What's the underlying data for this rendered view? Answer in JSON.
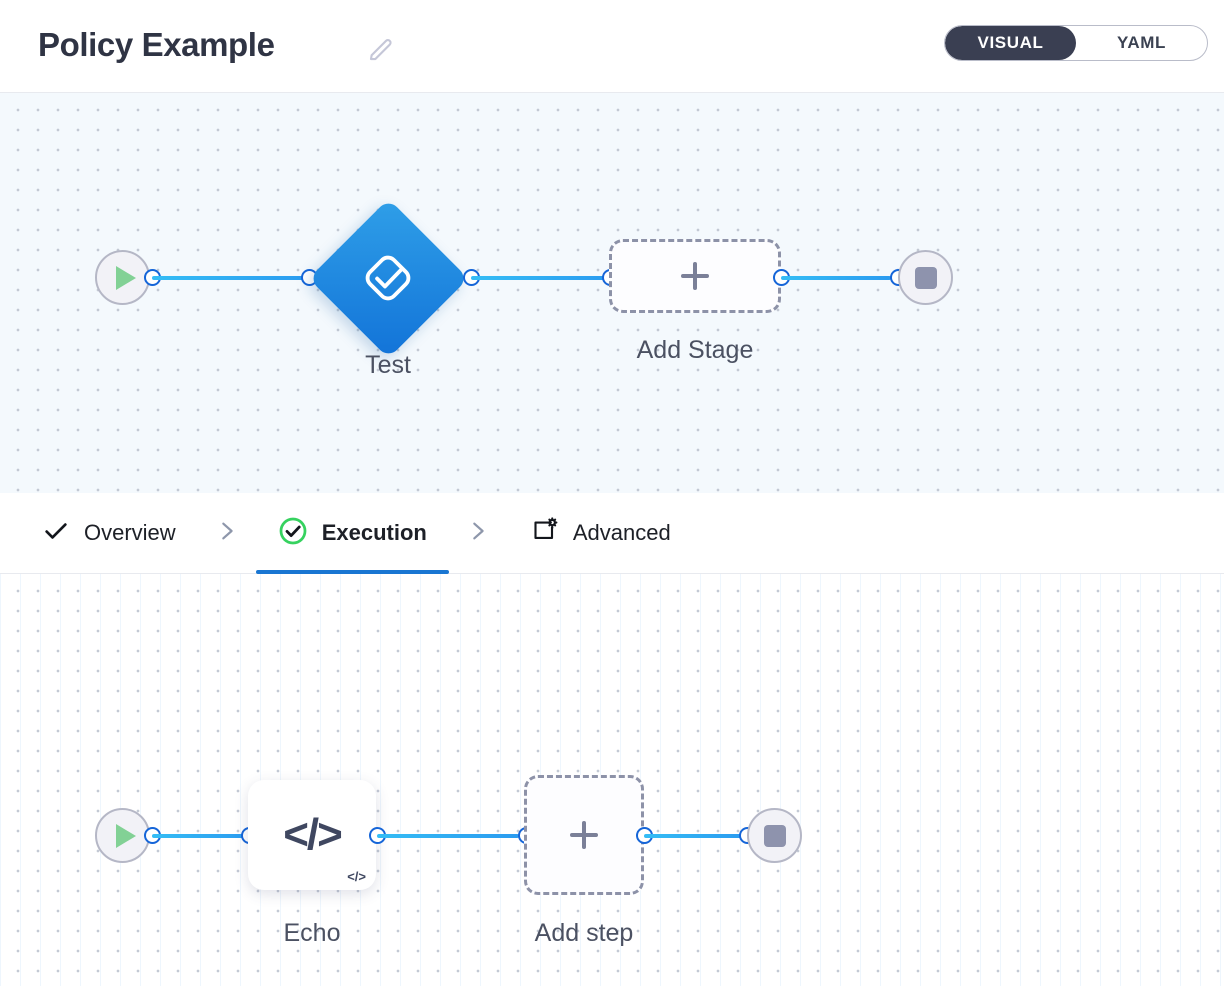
{
  "header": {
    "title": "Policy Example",
    "edit_icon": "pencil-icon",
    "toggle": {
      "options": [
        {
          "label": "VISUAL",
          "active": true
        },
        {
          "label": "YAML",
          "active": false
        }
      ]
    }
  },
  "tabs": [
    {
      "label": "Overview",
      "icon": "check-icon",
      "active": false
    },
    {
      "separator": "chevron-right-icon"
    },
    {
      "label": "Execution",
      "icon": "check-circle-icon",
      "active": true
    },
    {
      "separator": "chevron-right-icon"
    },
    {
      "label": "Advanced",
      "icon": "window-gear-icon",
      "active": false
    }
  ],
  "stage_canvas": {
    "start_node": {
      "name": "start-node",
      "icon": "play-icon"
    },
    "stage": {
      "label": "Test",
      "icon": "stage-check-icon"
    },
    "add_stage": {
      "label": "Add Stage",
      "icon": "plus-icon"
    },
    "end_node": {
      "name": "end-node",
      "icon": "stop-icon"
    }
  },
  "step_canvas": {
    "start_node": {
      "name": "start-node",
      "icon": "play-icon"
    },
    "step": {
      "label": "Echo",
      "glyph": "</>",
      "badge": "</>"
    },
    "add_step": {
      "label": "Add step",
      "icon": "plus-icon"
    },
    "end_node": {
      "name": "end-node",
      "icon": "stop-icon"
    }
  },
  "colors": {
    "accent_blue": "#1976d2",
    "link_blue": "#2a9bf0",
    "stage_blue": "#1273d8",
    "active_check_green": "#36d25f",
    "play_green": "#82d195",
    "toggle_dark": "#3a3f52",
    "canvas_top_bg": "#f4f9fd",
    "dashed_gray": "#8d92a8"
  }
}
